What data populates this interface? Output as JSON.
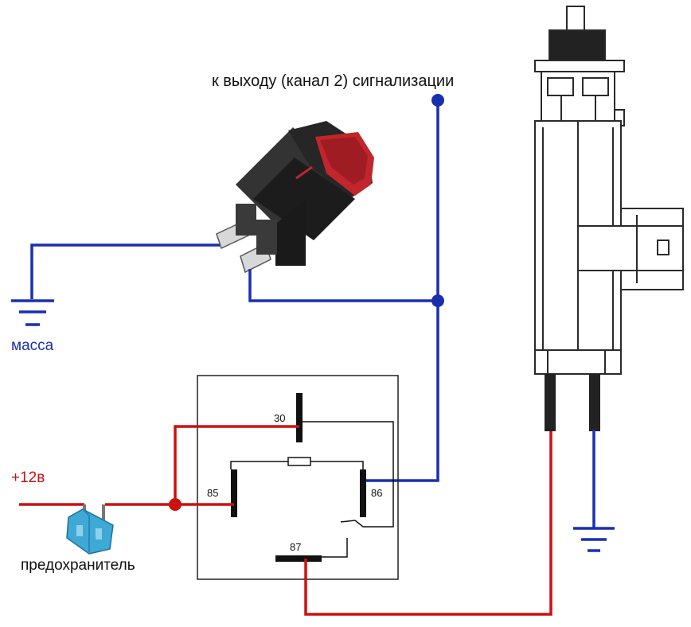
{
  "labels": {
    "alarm_output": "к выходу (канал 2) сигнализации",
    "ground": "масса",
    "plus12": "+12в",
    "fuse": "предохранитель"
  },
  "relay": {
    "pin30": "30",
    "pin85": "85",
    "pin86": "86",
    "pin87": "87"
  },
  "colors": {
    "blue_wire": "#1a2fb0",
    "red_wire": "#cc1111",
    "relay_lines": "#111111",
    "fuse": "#3fa9d6",
    "button_red": "#c0262b",
    "ground_label": "#1a2fb0",
    "plus12_label": "#cc1111"
  }
}
